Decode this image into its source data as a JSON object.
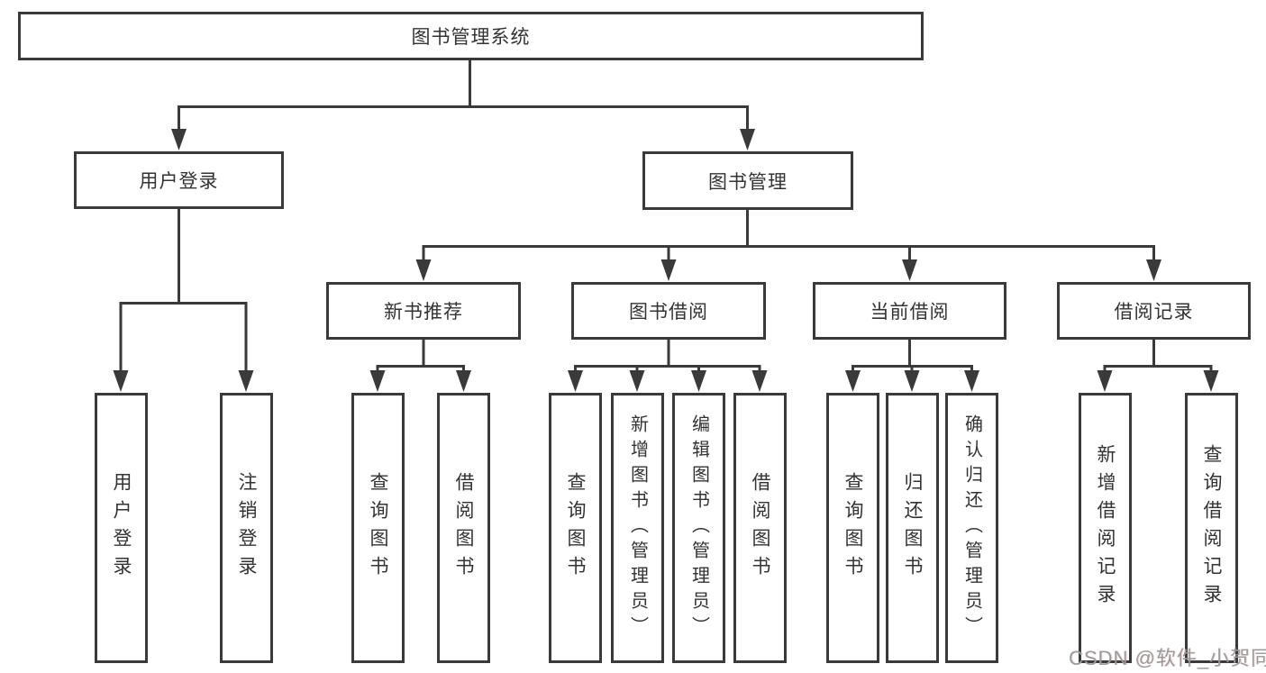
{
  "tree": {
    "root": {
      "label": "图书管理系统"
    },
    "branches": [
      {
        "label": "用户登录",
        "children": [
          {
            "label": "用户登录"
          },
          {
            "label": "注销登录"
          }
        ]
      },
      {
        "label": "图书管理",
        "children": [
          {
            "label": "新书推荐",
            "children": [
              {
                "label": "查询图书"
              },
              {
                "label": "借阅图书"
              }
            ]
          },
          {
            "label": "图书借阅",
            "children": [
              {
                "label": "查询图书"
              },
              {
                "label": "新增图书（管理员）"
              },
              {
                "label": "编辑图书（管理员）"
              },
              {
                "label": "借阅图书"
              }
            ]
          },
          {
            "label": "当前借阅",
            "children": [
              {
                "label": "查询图书"
              },
              {
                "label": "归还图书"
              },
              {
                "label": "确认归还（管理员）"
              }
            ]
          },
          {
            "label": "借阅记录",
            "children": [
              {
                "label": "新增借阅记录"
              },
              {
                "label": "查询借阅记录"
              }
            ]
          }
        ]
      }
    ]
  },
  "watermark": {
    "text": "CSDN @软件_小贺同学"
  },
  "colors": {
    "line": "#3a3a3a",
    "text": "#333333",
    "background": "#ffffff",
    "watermark": "#9b9b9b"
  }
}
